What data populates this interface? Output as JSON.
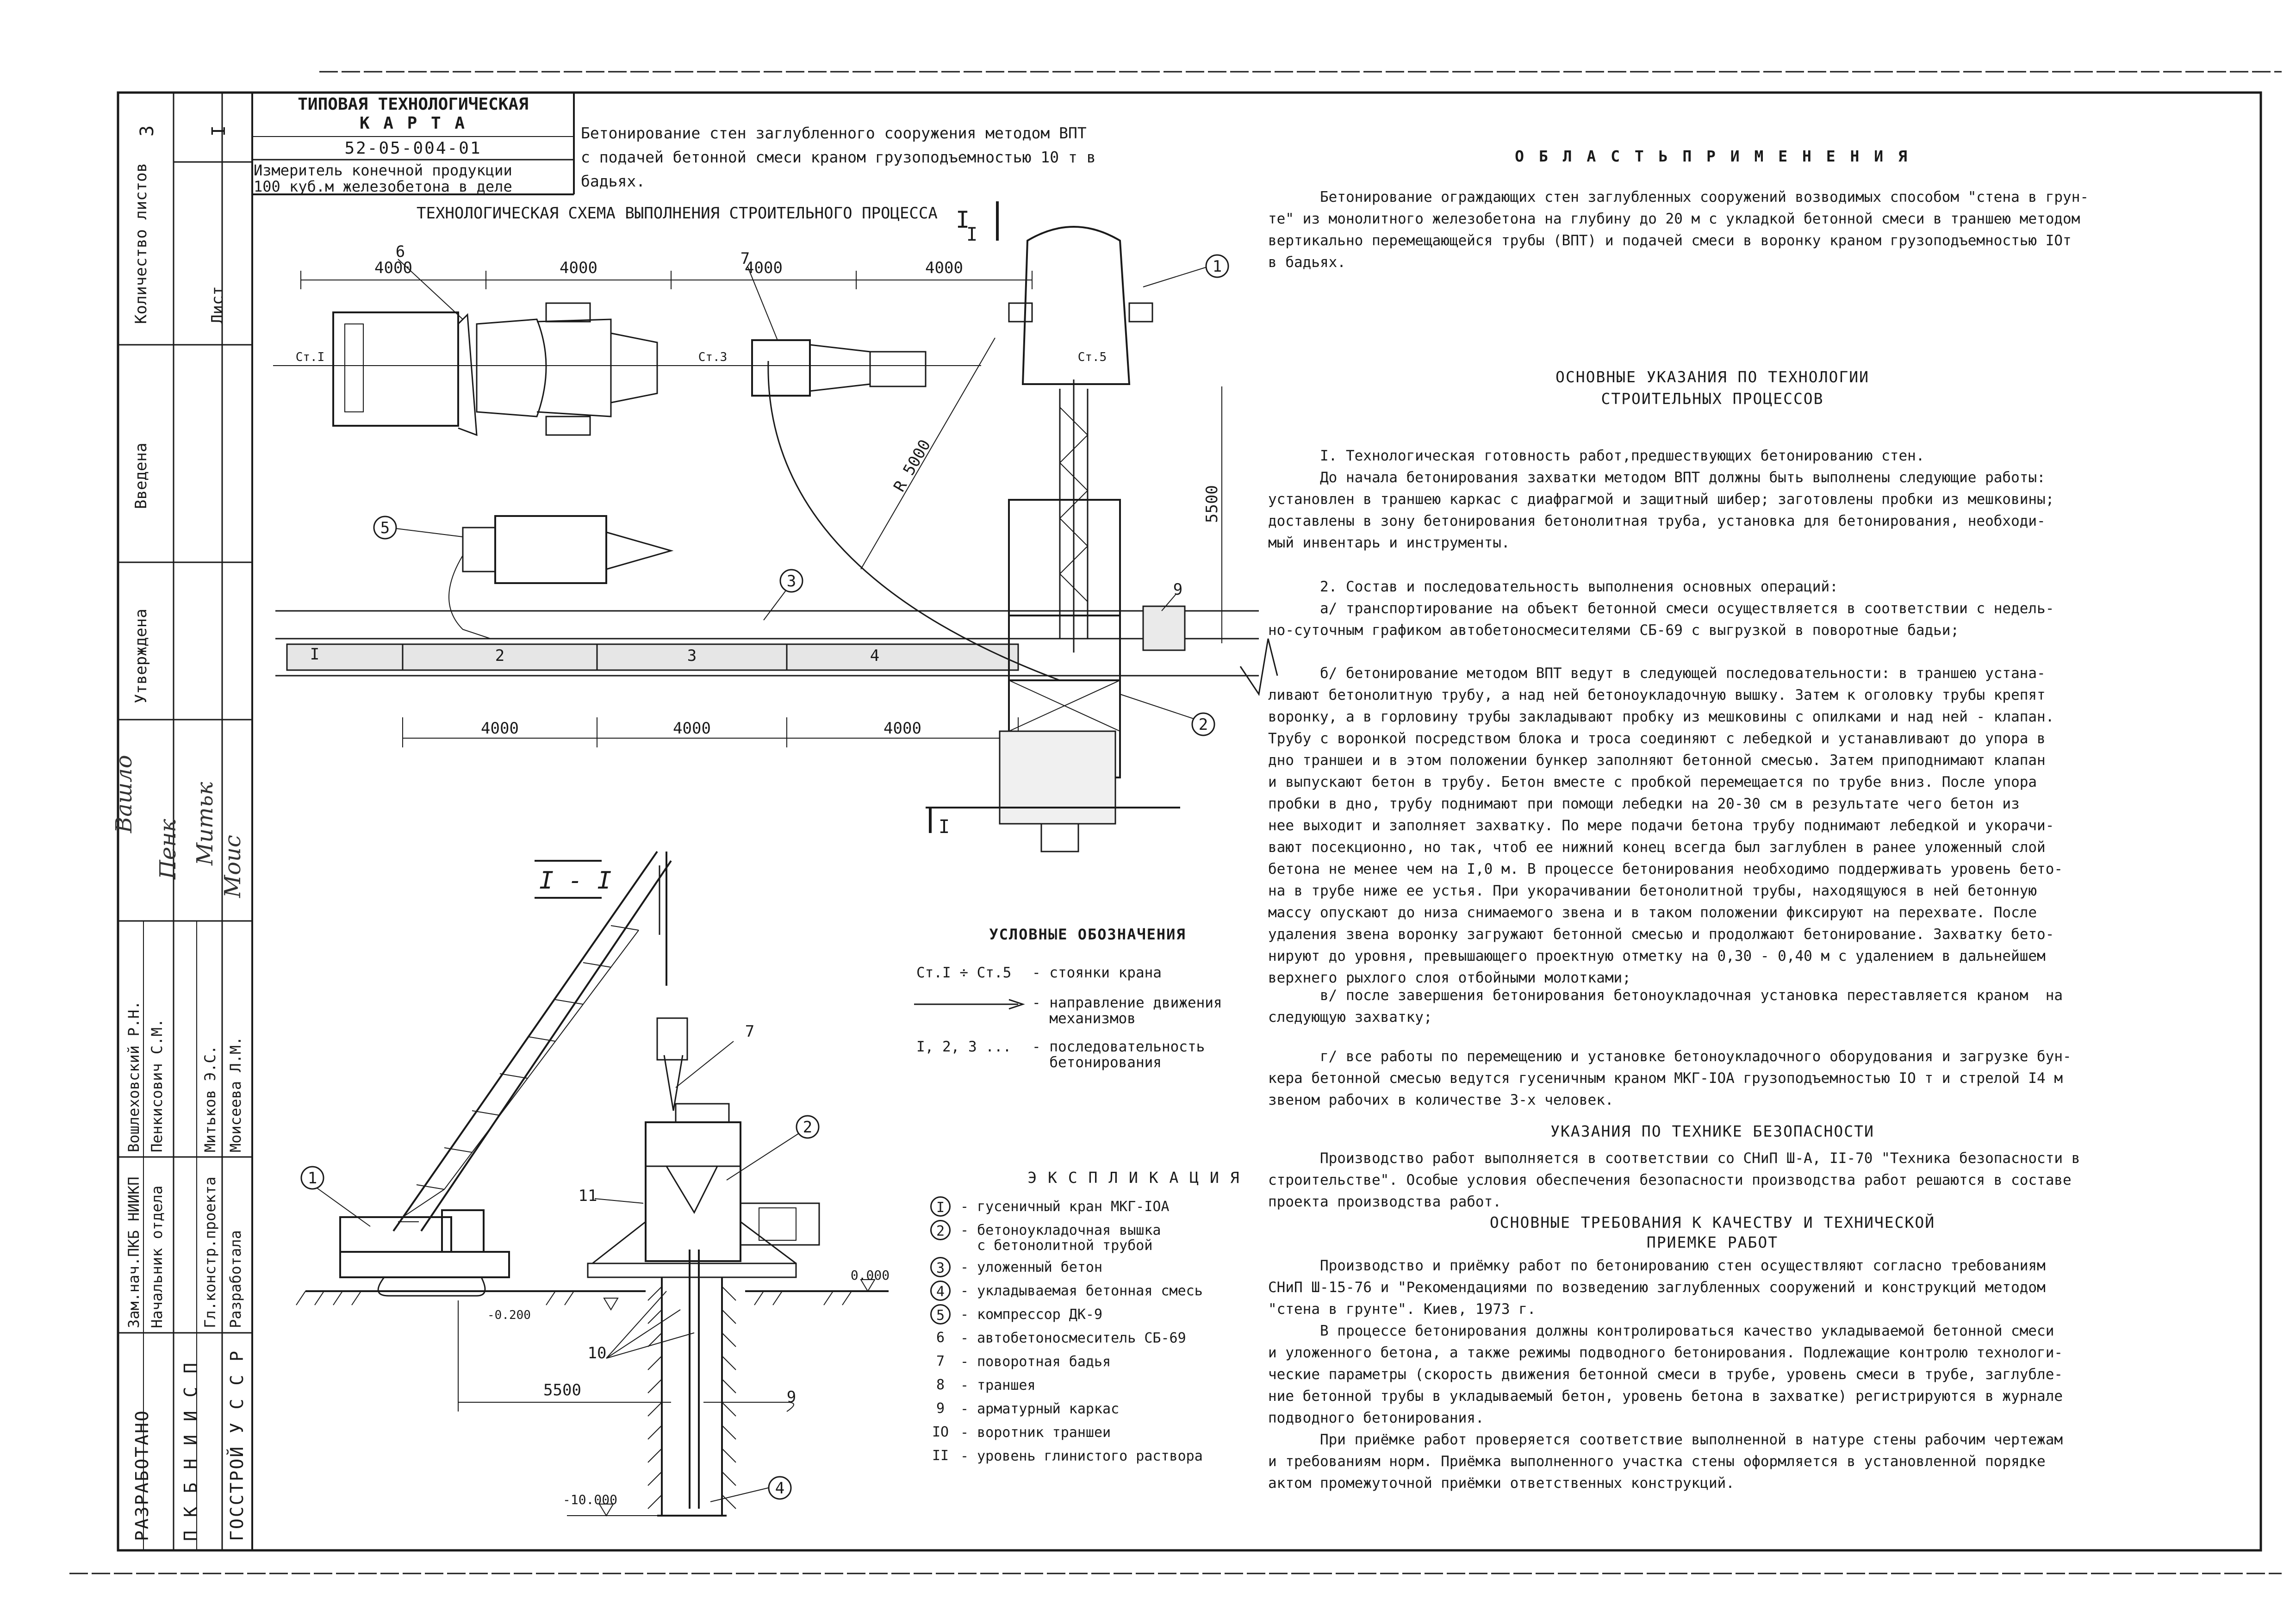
{
  "sheet": {
    "title_line1": "ТИПОВАЯ  ТЕХНОЛОГИЧЕСКАЯ",
    "title_line2": "К А Р Т А",
    "code": "52-05-004-01",
    "meter_line1": "Измеритель конечной продукции",
    "meter_line2": "100 куб.м железобетона в деле",
    "description_line1": "Бетонирование стен заглубленного сооружения методом ВПТ",
    "description_line2": "с подачей  бетонной смеси краном грузоподъемностью 10 т  в",
    "description_line3": "бадьях.",
    "sheet_count_value": "3",
    "sheet_value": "I",
    "label_sheet_count": "Количество листов",
    "label_sheet": "Лист",
    "label_introduced": "Введена",
    "label_approved": "Утверждена"
  },
  "stamp": {
    "roles": [
      "Зам.нач.ПКБ НИИКП",
      "Начальник отдела",
      "Гл.констр.проекта",
      "Разработала"
    ],
    "names": [
      "Вошлеховский Р.Н.",
      "Пенкисович С.М.",
      "Митьков Э.С.",
      "Моисеева Л.М."
    ],
    "signatures": [
      "Вашло",
      "Пенк",
      "Митьк",
      "Моис"
    ],
    "developed_by": [
      "РАЗРАБОТАНО",
      "П К Б  Н И И С П",
      "ГОССТРОЙ  У С С Р"
    ]
  },
  "diagram": {
    "plan_title": "ТЕХНОЛОГИЧЕСКАЯ СХЕМА ВЫПОЛНЕНИЯ СТРОИТЕЛЬНОГО ПРОЦЕССА",
    "plan_mark": "I",
    "section_title": "I - I",
    "dims_top": [
      "4000",
      "4000",
      "4000",
      "4000"
    ],
    "dims_bottom": [
      "4000",
      "4000",
      "4000"
    ],
    "dim_5500_plan": "5500",
    "dim_5500_section": "5500",
    "radius": "R 5000",
    "stations": [
      "Ст.I",
      "Ст.5",
      "Ст.3"
    ],
    "zones": [
      "I",
      "2",
      "3",
      "4"
    ],
    "elev_top": "0.000",
    "elev_trench": "-0.200",
    "elev_bottom": "-10.000",
    "callouts_plan": [
      "1",
      "2",
      "3",
      "5",
      "6",
      "7",
      "9"
    ],
    "callouts_section": [
      "1",
      "2",
      "4",
      "7",
      "9",
      "10",
      "11"
    ],
    "cut_mark": "I"
  },
  "legend": {
    "title": "УСЛОВНЫЕ ОБОЗНАЧЕНИЯ",
    "rows": [
      {
        "key": "Ст.I ÷ Ст.5",
        "text": "- стоянки крана"
      },
      {
        "key": "",
        "text": "- направление движения\n  механизмов"
      },
      {
        "key": "I, 2, 3 ...",
        "text": "- последовательность\n  бетонирования"
      }
    ]
  },
  "explication": {
    "title": "Э К С П Л И К А Ц И Я",
    "items": [
      {
        "num": "I",
        "circled": true,
        "text": "- гусеничный кран МКГ-IOА"
      },
      {
        "num": "2",
        "circled": true,
        "text": "- бетоноукладочная вышка\n  с бетонолитной трубой"
      },
      {
        "num": "3",
        "circled": true,
        "text": "- уложенный бетон"
      },
      {
        "num": "4",
        "circled": true,
        "text": "- укладываемая бетонная смесь"
      },
      {
        "num": "5",
        "circled": true,
        "text": "- компрессор ДК-9"
      },
      {
        "num": "6",
        "circled": false,
        "text": "- автобетоносмеситель СБ-69"
      },
      {
        "num": "7",
        "circled": false,
        "text": "- поворотная бадья"
      },
      {
        "num": "8",
        "circled": false,
        "text": "- траншея"
      },
      {
        "num": "9",
        "circled": false,
        "text": "- арматурный каркас"
      },
      {
        "num": "IO",
        "circled": false,
        "text": "- воротник траншеи"
      },
      {
        "num": "II",
        "circled": false,
        "text": "- уровень глинистого раствора"
      }
    ]
  },
  "text": {
    "h_scope": "О Б Л А С Т Ь   П Р И М Е Н Е Н И Я",
    "scope": "      Бетонирование ограждающих стен заглубленных сооружений возводимых способом \"стена в грун-\nте\" из монолитного железобетона на глубину до 20 м с укладкой бетонной смеси в траншею методом\nвертикально перемещающейся трубы (ВПТ) и подачей смеси в воронку краном грузоподъемностью IOт\nв бадьях.",
    "h_basic_1": "ОСНОВНЫЕ УКАЗАНИЯ ПО ТЕХНОЛОГИИ",
    "h_basic_2": "СТРОИТЕЛЬНЫХ ПРОЦЕССОВ",
    "p1": "      I. Технологическая готовность работ,предшествующих бетонированию стен.\n      До начала бетонирования захватки методом ВПТ должны быть выполнены следующие работы:\nустановлен в траншею каркас с диафрагмой и защитный шибер; заготовлены пробки из мешковины;\nдоставлены в зону бетонирования бетонолитная труба, установка для бетонирования, необходи-\nмый инвентарь и инструменты.",
    "p2": "      2. Состав и последовательность выполнения основных операций:\n      а/ транспортирование на объект бетонной смеси осуществляется в соответствии с недель-\nно-суточным графиком автобетоносмесителями СБ-69 с выгрузкой в поворотные бадьи;",
    "p3": "      б/ бетонирование методом ВПТ ведут в следующей последовательности: в траншею устана-\nливают бетонолитную трубу, а над ней бетоноукладочную вышку. Затем к оголовку трубы крепят\nворонку, а в горловину трубы закладывают пробку из мешковины с опилками и над ней - клапан.\nТрубу с воронкой посредством блока и троса соединяют с лебедкой и устанавливают до упора в\nдно траншеи и в этом положении бункер заполняют бетонной смесью. Затем приподнимают клапан\nи выпускают бетон в трубу. Бетон вместе с пробкой перемещается по трубе вниз. После упора\nпробки в дно, трубу поднимают при помощи лебедки на 20-30 см в результате чего бетон из\nнее выходит и заполняет захватку. По мере подачи бетона трубу поднимают лебедкой и укорачи-\nвают посекционно, но так, чтоб ее нижний конец всегда был заглублен в ранее уложенный слой\nбетона не менее чем на I,0 м. В процессе бетонирования необходимо поддерживать уровень бето-\nна в трубе ниже ее устья. При укорачивании бетонолитной трубы, находящуюся в ней бетонную\nмассу опускают до низа снимаемого звена и в таком положении фиксируют на перехвате. После\nудаления звена воронку загружают бетонной смесью и продолжают бетонирование. Захватку бето-\nнируют до уровня, превышающего проектную отметку на 0,30 - 0,40 м с удалением в дальнейшем\nверхнего рыхлого слоя отбойными молотками;",
    "p4": "      в/ после завершения бетонирования бетоноукладочная установка переставляется краном  на\nследующую захватку;",
    "p5": "      г/ все работы по перемещению и установке бетоноукладочного оборудования и загрузке бун-\nкера бетонной смесью ведутся гусеничным краном МКГ-IOА грузоподъемностью IO т и стрелой I4 м\nзвеном рабочих в количестве 3-х человек.",
    "h_safety": "УКАЗАНИЯ  ПО ТЕХНИКЕ  БЕЗОПАСНОСТИ",
    "safety": "      Производство работ выполняется в соответствии со СНиП Ш-А, II-70 \"Техника безопасности в\nстроительстве\". Особые условия обеспечения безопасности производства работ решаются в составе\nпроекта производства работ.",
    "h_quality_1": "ОСНОВНЫЕ ТРЕБОВАНИЯ К КАЧЕСТВУ И ТЕХНИЧЕСКОЙ",
    "h_quality_2": "ПРИЕМКЕ РАБОТ",
    "quality": "      Производство и приёмку работ по бетонированию стен осуществляют согласно требованиям\nСНиП Ш-15-76 и \"Рекомендациями по возведению заглубленных сооружений и конструкций методом\n\"стена в грунте\". Киев, 1973 г.\n      В процессе бетонирования должны контролироваться качество укладываемой бетонной смеси\nи уложенного бетона, а также режимы подводного бетонирования. Подлежащие контролю технологи-\nческие параметры (скорость движения бетонной смеси в трубе, уровень смеси в трубе, заглубле-\nние бетонной трубы в укладываемый бетон, уровень бетона в захватке) регистрируются в журнале\nподводного бетонирования.\n      При приёмке работ проверяется соответствие выполненной в натуре стены рабочим чертежам\nи требованиям норм. Приёмка выполненного участка стены оформляется в установленной порядке\nактом промежуточной приёмки ответственных конструкций."
  }
}
